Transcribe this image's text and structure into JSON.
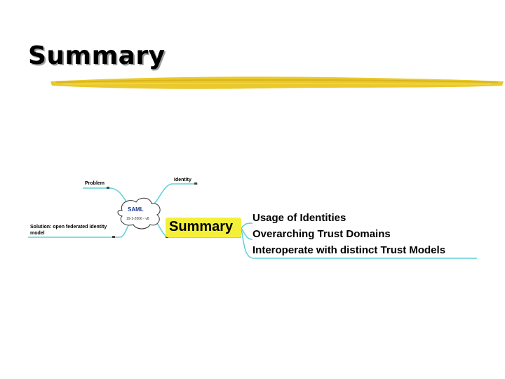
{
  "slide": {
    "title": "Summary"
  },
  "mindmap": {
    "center": {
      "title": "SAML",
      "subtitle": "19-1-2006 - v8"
    },
    "nodes": {
      "problem": "Problem",
      "identity": "Identity",
      "solution": "Solution: open federated identity model"
    },
    "focus": {
      "label": "Summary",
      "highlight_color": "#f4f03a"
    },
    "branches": [
      {
        "label": "Usage of Identities"
      },
      {
        "label": "Overarching Trust Domains"
      },
      {
        "label": "Interoperate with distinct Trust Models"
      }
    ],
    "connector_color": "#5fd0d8"
  }
}
